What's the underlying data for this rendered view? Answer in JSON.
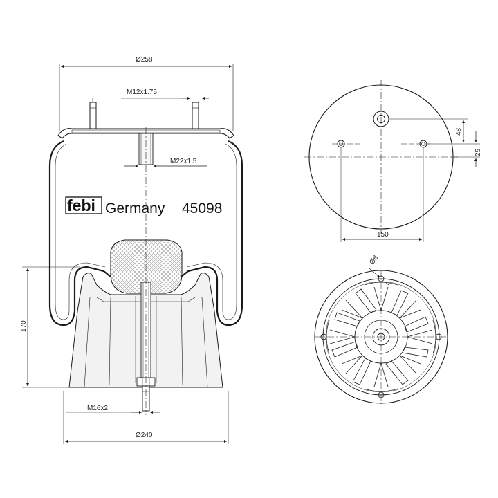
{
  "brand": {
    "logo_text": "febi",
    "country": "Germany",
    "part_number": "45098"
  },
  "dimensions": {
    "top_diameter": "Ø258",
    "stud_thread": "M12x1.75",
    "center_thread": "M22x1.5",
    "height": "170",
    "bottom_thread": "M16x2",
    "bottom_diameter": "Ø240",
    "hole_offset_a": "48",
    "hole_offset_b": "25",
    "stud_spacing": "150",
    "bottom_hole": "Ø8"
  },
  "colors": {
    "line": "#1a1a1a",
    "fill_light": "#f2f2f2",
    "hatch": "#9a9a9a"
  }
}
